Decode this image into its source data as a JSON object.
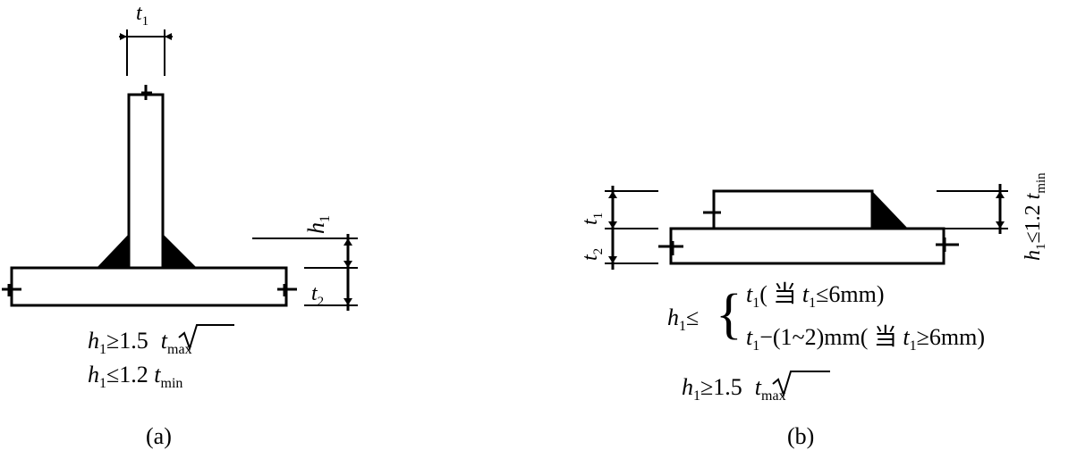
{
  "panel_a": {
    "caption": "(a)",
    "dim_top": {
      "sym": "t",
      "sub": "1"
    },
    "dim_h": {
      "sym": "h",
      "sub": "1"
    },
    "dim_plate": {
      "sym": "t",
      "sub": "2"
    },
    "formula_1": {
      "sym": "h",
      "sub": "1",
      "op": "≥1.5",
      "var": "t",
      "var_sub": "max"
    },
    "formula_2": {
      "sym": "h",
      "sub": "1",
      "op": "≤1.2 ",
      "var": "t",
      "var_sub": "min"
    }
  },
  "panel_b": {
    "caption": "(b)",
    "dim_top": {
      "sym": "t",
      "sub": "1"
    },
    "dim_plate": {
      "sym": "t",
      "sub": "2"
    },
    "dim_right": {
      "sym": "h",
      "sub": "1",
      "op": "≤1.2 ",
      "var": "t",
      "var_sub": "min"
    },
    "brace_lhs": {
      "sym": "h",
      "sub": "1",
      "op": "≤"
    },
    "case_1": {
      "a": "t",
      "a_sub": "1",
      "text1": "( 当 ",
      "b": "t",
      "b_sub": "1",
      "text2": "≤6mm)"
    },
    "case_2": {
      "a": "t",
      "a_sub": "1",
      "text1": "−(1~2)mm( 当 ",
      "b": "t",
      "b_sub": "1",
      "text2": "≥6mm)"
    },
    "formula_3": {
      "sym": "h",
      "sub": "1",
      "op": "≥1.5",
      "var": "t",
      "var_sub": "max"
    }
  }
}
